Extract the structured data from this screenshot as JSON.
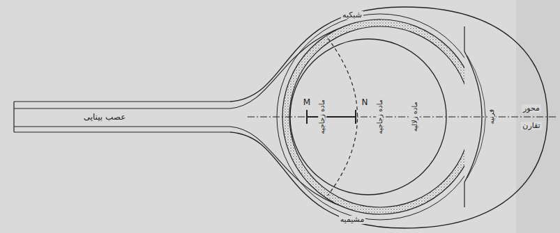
{
  "diagram": {
    "labels": [
      "عصب بینایی",
      "شبکیه",
      "مشیمیه",
      "M",
      "N",
      "ماده زجاجیه",
      "ماده زجاجیه",
      "ماده زلالیه",
      "قرنیه",
      "محور",
      "تقارن"
    ]
  }
}
